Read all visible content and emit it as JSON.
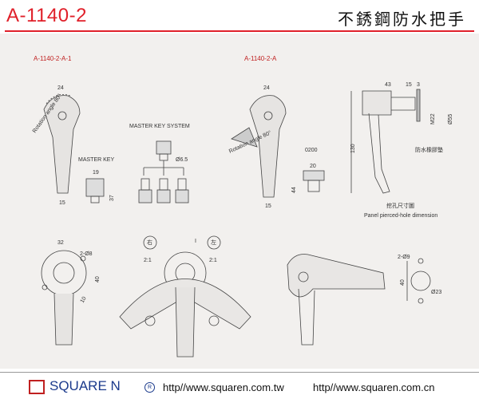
{
  "header": {
    "model": "A-1140-2",
    "title_cn": "不銹鋼防水把手"
  },
  "drawing": {
    "view_a1_label": "A-1140-2-A-1",
    "view_a_label": "A-1140-2-A",
    "master_key_system": "MASTER KEY SYSTEM",
    "master_key": "MASTER KEY",
    "rotation_angle": "Rotation angle 80°",
    "dims": {
      "d24a": "24",
      "d15a": "15",
      "d19": "19",
      "d37": "37",
      "d65": "Ø6.5",
      "d0200": "0200",
      "d20": "20",
      "d44": "44",
      "d24b": "24",
      "d15b": "15",
      "d43": "43",
      "d15c": "15",
      "d3": "3",
      "d130": "130",
      "m22": "M22",
      "d55": "Ø55",
      "d32": "32",
      "d2o8": "2-Ø8",
      "d40a": "40",
      "d10": "10",
      "r21a": "2:1",
      "r21b": "2:1",
      "r1": "I",
      "d2o9": "2-Ø9",
      "d40b": "40",
      "d23": "Ø23"
    },
    "gasket_cn": "防水橡膠墊",
    "panel_cut_cn": "挖孔尺寸圖",
    "panel_cut_en": "Panel pierced-hole dimension",
    "right_cn": "右",
    "left_cn": "左"
  },
  "footer": {
    "brand": "SQUARE N",
    "reg": "R",
    "url_tw": "http//www.squaren.com.tw",
    "url_cn": "http//www.squaren.com.cn"
  },
  "colors": {
    "accent": "#e0202a",
    "brand": "#1b3a8c"
  }
}
